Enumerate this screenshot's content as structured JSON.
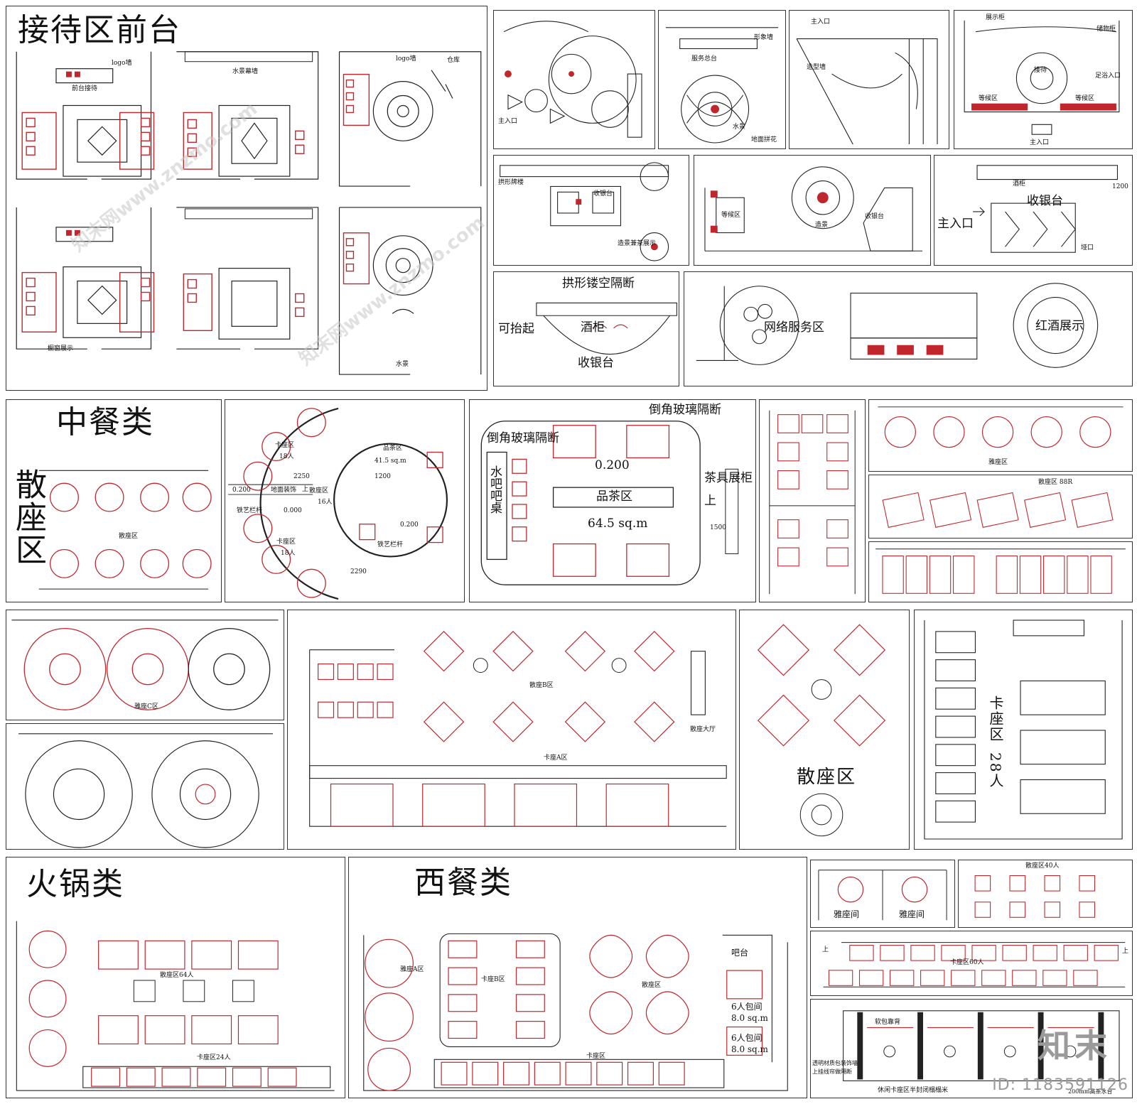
{
  "sections": {
    "reception": "接待区前台",
    "chinese": "中餐类",
    "scatter_vertical": "散座区",
    "hotpot": "火锅类",
    "western": "西餐类"
  },
  "reception_labels": {
    "logo_wall": "logo墙",
    "front_desk": "前台接待",
    "water_curtain": "水景幕墙",
    "warehouse": "仓库",
    "logo_wall_2": "logo墙",
    "window_display": "橱窗展示",
    "water_feature": "水景",
    "main_entrance": "主入口",
    "service_desk": "服务总台",
    "image_wall": "形象墙",
    "floor_pattern": "地面拼花",
    "water_scene": "水景",
    "display_cabinet": "展示柜",
    "storage": "储物柜",
    "reception": "接待",
    "waiting_left": "等候区",
    "waiting_right": "等候区",
    "foot_bath_entrance": "足浴入口",
    "main_entrance_2": "主入口",
    "arch_sign": "拱形牌楼",
    "cashier": "收银台",
    "landscape_tea": "造景兼茶展示",
    "waiting": "等候区",
    "landscape": "造景",
    "cashier_2": "收银台",
    "wine_cabinet": "酒柜",
    "cashier_3": "收银台",
    "main_entrance_3": "主入口",
    "dimension_1200": "1200",
    "duct": "垭口",
    "arch_partition": "拱形镂空隔断",
    "liftable": "可抬起",
    "wine_cabinet_2": "酒柜",
    "cashier_4": "收银台",
    "network_service": "网络服务区",
    "red_wine_display": "红酒展示",
    "entrance_small": "主入口",
    "image_wall_2": "造型墙"
  },
  "chinese_labels": {
    "scatter": "散座区",
    "card_18_a": "卡座区",
    "people_18_a": "18人",
    "card_18_b": "卡座区",
    "people_18_b": "18人",
    "scatter_16": "散座区",
    "people_16": "16人",
    "tea_area": "品茶区",
    "tea_size": "41.5 sq.m",
    "elevation_0200": "0.200",
    "elevation_0000": "0.000",
    "elevation_0200b": "0.200",
    "iron_rail": "铁艺栏杆",
    "iron_rail_2": "铁艺栏杆",
    "dim_2250": "2250",
    "dim_1200": "1200",
    "dim_2290": "2290",
    "up": "上",
    "floor_note": "地面装饰",
    "chamfer_glass_1": "倒角玻璃隔断",
    "chamfer_glass_2": "倒角玻璃隔断",
    "water_bar": "水吧吧桌",
    "tea_area_2": "品茶区",
    "tea_size_2": "64.5 sq.m",
    "elevation_tea": "0.200",
    "tea_shelf": "茶具展柜",
    "dim_1500": "1500",
    "up_2": "上",
    "ya_zone": "雅座区",
    "scatter_88": "散座区 88R",
    "ya_c": "雅座C区",
    "scatter_b": "散座B区",
    "scatter_hall": "散座大厅",
    "card_a": "卡座A区",
    "scatter_big": "散座区",
    "card_28_label": "卡座区",
    "card_28_people": "28人"
  },
  "hotpot_labels": {
    "scatter_64": "散座区64人",
    "card_24": "卡座区24人"
  },
  "western_labels": {
    "ya_a": "雅座A区",
    "card_b": "卡座B区",
    "scatter": "散座区",
    "bar": "吧台",
    "room_6_a": "6人包间",
    "room_size_a": "8.0 sq.m",
    "room_6_b": "6人包间",
    "room_size_b": "8.0 sq.m",
    "card": "卡座区",
    "ya_room_1": "雅座间",
    "ya_room_2": "雅座间",
    "scatter_40": "散座区40人",
    "card_60": "卡座区60人",
    "soft_back": "软包靠背",
    "transparent_note_1": "透明材质包装饰墙",
    "transparent_note_2": "上挂线帘做隔断",
    "leisure_note": "休闲卡座区半封闭榻榻米",
    "tea_table": "200mm高茶水台",
    "up_a": "上",
    "up_b": "上"
  },
  "watermark": "知末网www.znzmo.com",
  "brand": "知末",
  "id_tag": "ID: 1183591126",
  "colors": {
    "line": "#222222",
    "furniture": "#c0272d",
    "panel_border": "#333333"
  }
}
